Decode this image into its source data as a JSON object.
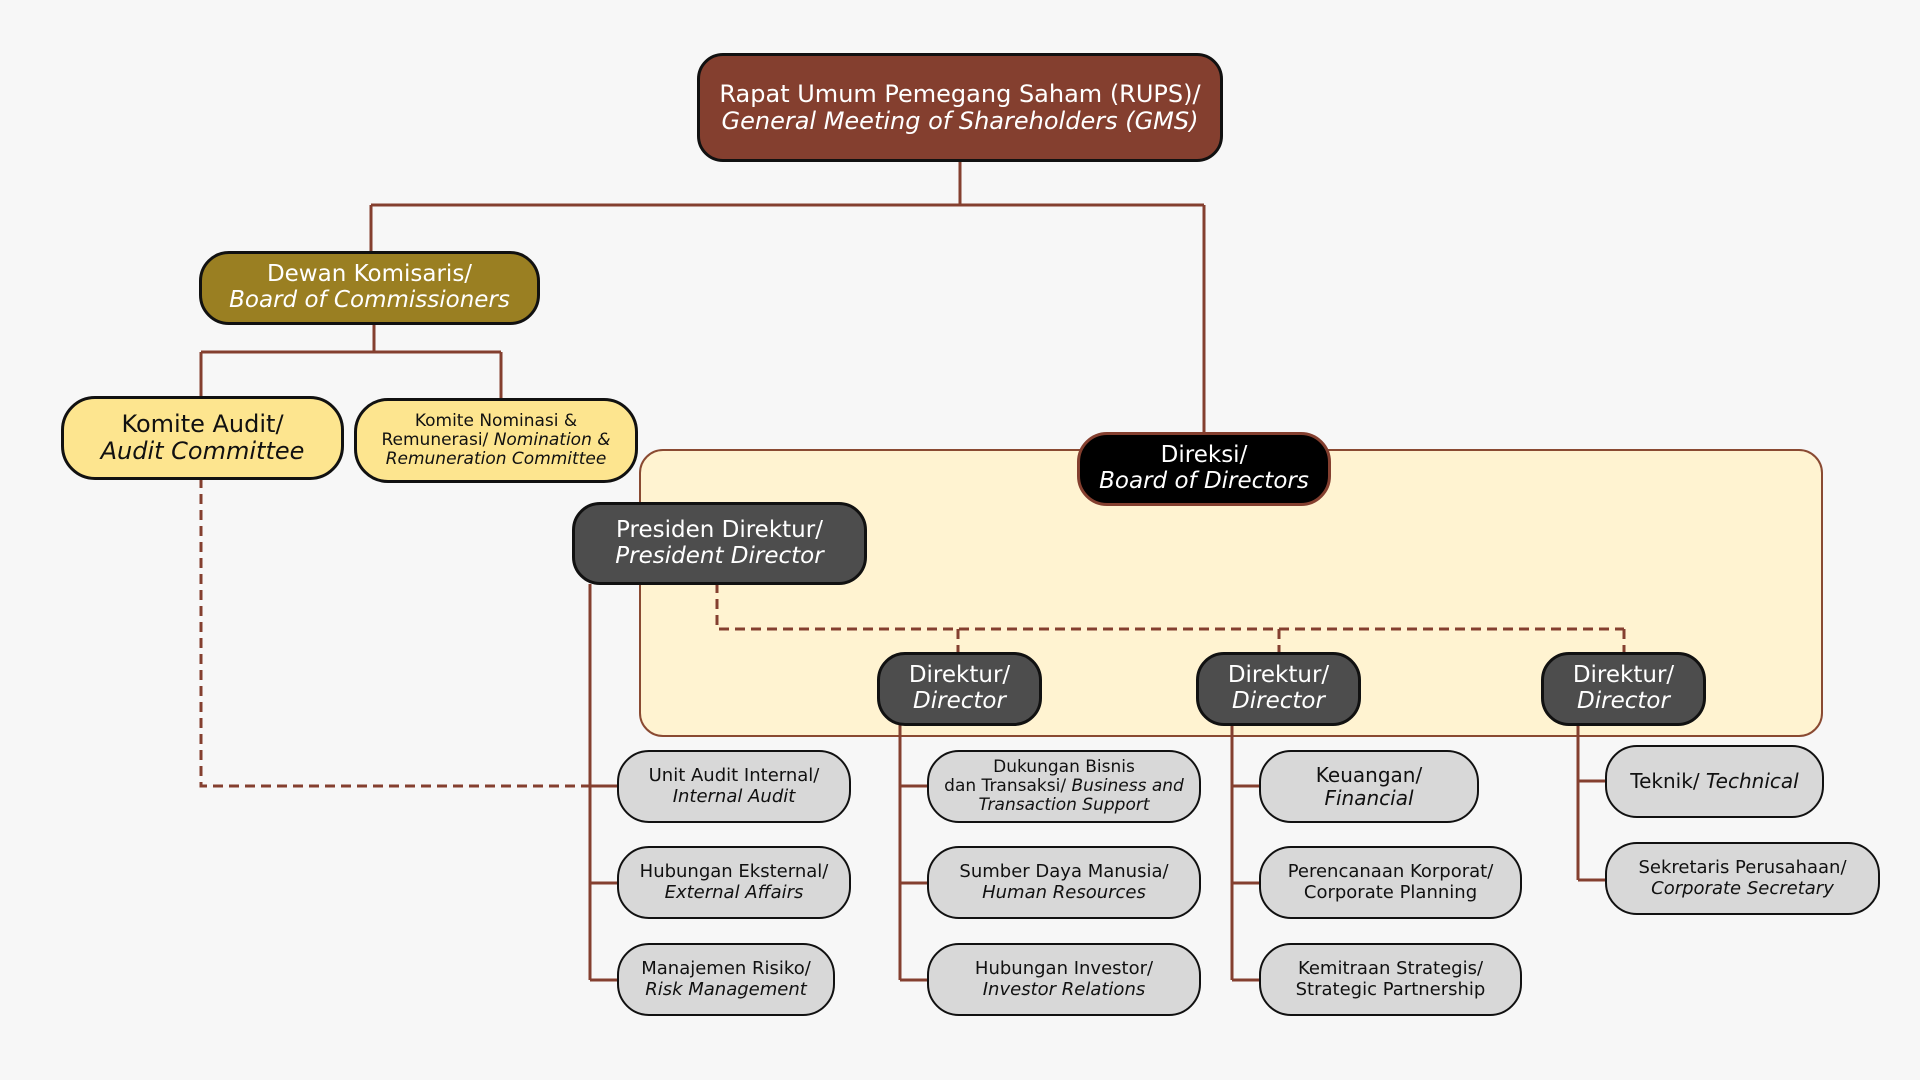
{
  "diagram": {
    "colors": {
      "connector": "#843f2f",
      "rups": "#843f2f",
      "board_of_commissioners": "#9a7f22",
      "committee": "#fde58f",
      "directors_panel": "#fff3d1",
      "board_of_directors": "#000000",
      "director": "#4d4d4d",
      "unit": "#d8d8d8"
    },
    "rups": {
      "line1": "Rapat Umum Pemegang Saham (RUPS)/",
      "line2": "General Meeting of Shareholders (GMS)"
    },
    "board_of_commissioners": {
      "line1": "Dewan Komisaris/",
      "line2": "Board of Commissioners"
    },
    "audit_committee": {
      "line1": "Komite Audit/",
      "line2": "Audit Committee"
    },
    "nomination_committee": {
      "line1": "Komite Nominasi &",
      "line2a": "Remunerasi/ ",
      "line2b": "Nomination &",
      "line3": "Remuneration Committee"
    },
    "board_of_directors": {
      "line1": "Direksi/",
      "line2": "Board of Directors"
    },
    "president_director": {
      "line1": "Presiden Direktur/",
      "line2": "President Director"
    },
    "directors": [
      {
        "line1": "Direktur/",
        "line2": "Director"
      },
      {
        "line1": "Direktur/",
        "line2": "Director"
      },
      {
        "line1": "Direktur/",
        "line2": "Director"
      }
    ],
    "units": {
      "internal_audit": {
        "line1": "Unit Audit Internal/",
        "line2": "Internal Audit"
      },
      "external_affairs": {
        "line1": "Hubungan Eksternal/",
        "line2": "External Affairs"
      },
      "risk_management": {
        "line1": "Manajemen Risiko/",
        "line2": "Risk Management"
      },
      "business_support": {
        "line1": "Dukungan Bisnis",
        "line2a": "dan Transaksi/ ",
        "line2b": "Business and",
        "line3": "Transaction Support"
      },
      "human_resources": {
        "line1": "Sumber Daya Manusia/",
        "line2": "Human Resources"
      },
      "investor_relations": {
        "line1": "Hubungan Investor/",
        "line2": "Investor Relations"
      },
      "financial": {
        "line1": "Keuangan/",
        "line2": "Financial"
      },
      "corporate_planning": {
        "line1": "Perencanaan Korporat/",
        "line2": "Corporate Planning"
      },
      "strategic_partnership": {
        "line1": "Kemitraan Strategis/",
        "line2": "Strategic Partnership"
      },
      "technical": {
        "line1": "Teknik/ ",
        "line2": "Technical"
      },
      "corporate_secretary": {
        "line1": "Sekretaris Perusahaan/",
        "line2": "Corporate Secretary"
      }
    }
  }
}
